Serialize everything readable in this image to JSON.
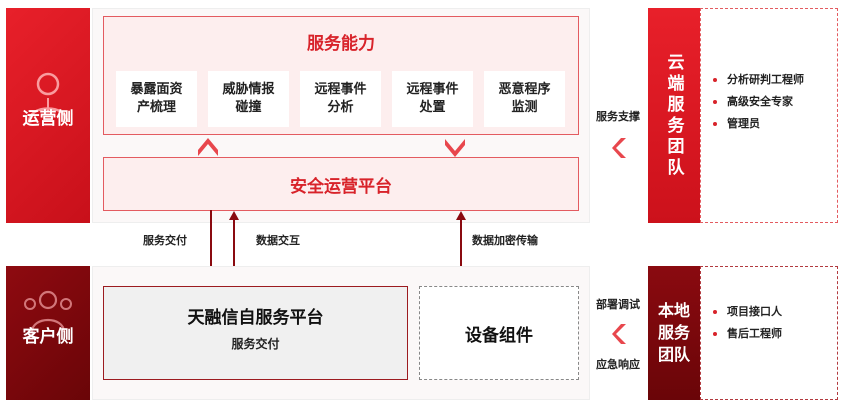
{
  "left": {
    "ops_side": "运营侧",
    "client_side": "客户侧"
  },
  "service_capability": {
    "title": "服务能力",
    "items": [
      "暴露面资\n产梳理",
      "威胁情报\n碰撞",
      "远程事件\n分析",
      "远程事件\n处置",
      "恶意程序\n监测"
    ]
  },
  "security_platform": "安全运营平台",
  "flows": {
    "service_delivery": "服务交付",
    "data_interaction": "数据交互",
    "data_encrypted": "数据加密传输",
    "service_support": "服务支撑",
    "deploy_debug": "部署调试",
    "emergency_response": "应急响应"
  },
  "client_platform": {
    "title": "天融信自服务平台",
    "subtitle": "服务交付"
  },
  "device": "设备组件",
  "cloud_team": {
    "title": "云端服务团队",
    "members": [
      "分析研判工程师",
      "高级安全专家",
      "管理员"
    ]
  },
  "local_team": {
    "title_line1": "本地",
    "title_line2": "服务",
    "title_line3": "团队",
    "members": [
      "项目接口人",
      "售后工程师"
    ]
  },
  "colors": {
    "accent_red": "#d8232a",
    "dark_red": "#7a070c",
    "pale_pink": "#fdeeee"
  }
}
